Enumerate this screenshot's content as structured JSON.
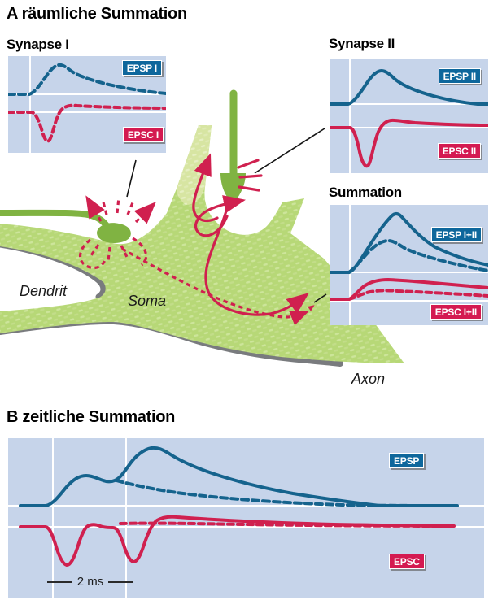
{
  "colors": {
    "panel_bg": "#c6d4ea",
    "trace_blue": "#15638d",
    "trace_red": "#d0204f",
    "badge_blue": "#0e679c",
    "badge_red": "#d41a51",
    "neuron_green": "#b7d877",
    "neuron_green_speckle": "#cde59b",
    "branch_green": "#d7e5a2",
    "fiber_green": "#80b342",
    "shadow_gray": "#797b7e"
  },
  "section_a": {
    "title": "A räumliche Summation",
    "synapse1": {
      "title": "Synapse I",
      "epsp_label": "EPSP I",
      "epsc_label": "EPSC I",
      "traces": [
        {
          "name": "EPSP I",
          "style": "dashed",
          "color": "blue"
        },
        {
          "name": "EPSC I",
          "style": "dashed",
          "color": "red"
        }
      ]
    },
    "synapse2": {
      "title": "Synapse II",
      "epsp_label": "EPSP II",
      "epsc_label": "EPSC II",
      "traces": [
        {
          "name": "EPSP II",
          "style": "solid",
          "color": "blue"
        },
        {
          "name": "EPSC II",
          "style": "solid",
          "color": "red"
        }
      ]
    },
    "summation": {
      "title": "Summation",
      "epsp_label": "EPSP I+II",
      "epsc_label": "EPSC I+II",
      "traces": [
        {
          "name": "EPSP I+II",
          "style": "solid",
          "color": "blue"
        },
        {
          "name": "EPSP single",
          "style": "dashed",
          "color": "blue"
        },
        {
          "name": "EPSC I+II",
          "style": "solid",
          "color": "red"
        },
        {
          "name": "EPSC single",
          "style": "dashed",
          "color": "red"
        }
      ]
    },
    "neuron": {
      "dendrite_label": "Dendrit",
      "soma_label": "Soma",
      "axon_label": "Axon"
    }
  },
  "section_b": {
    "title": "B zeitliche Summation",
    "epsp_label": "EPSP",
    "epsc_label": "EPSC",
    "scale_label": "2 ms",
    "traces": [
      {
        "name": "EPSP summed",
        "style": "solid",
        "color": "blue"
      },
      {
        "name": "EPSP single",
        "style": "dashed",
        "color": "blue"
      },
      {
        "name": "EPSC twin pulses",
        "style": "solid",
        "color": "red"
      },
      {
        "name": "EPSC single",
        "style": "dashed",
        "color": "red"
      }
    ]
  }
}
